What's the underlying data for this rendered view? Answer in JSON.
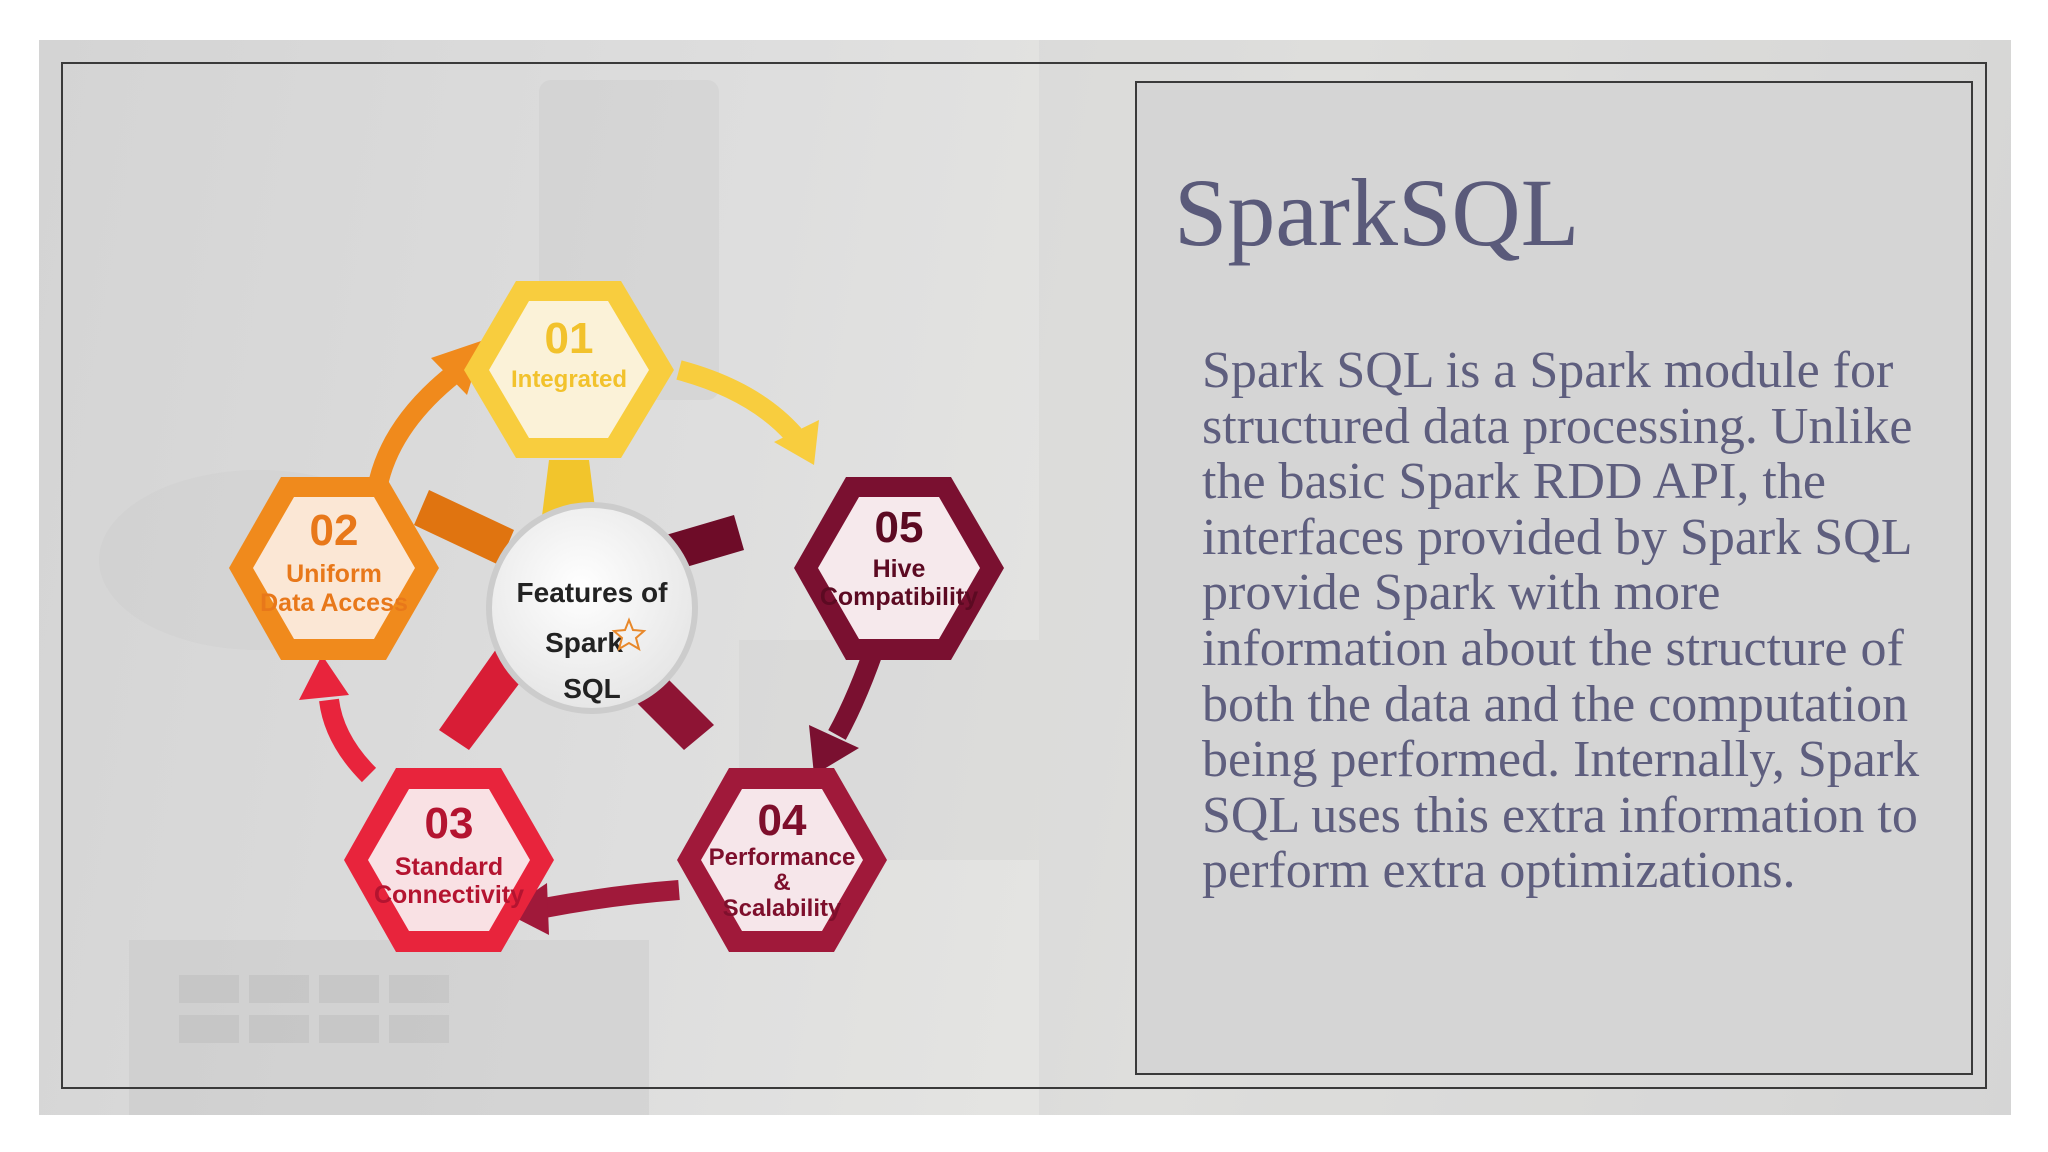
{
  "slide": {
    "title": "SparkSQL",
    "body": "Spark SQL is a Spark module for structured data processing. Unlike the basic Spark RDD API, the interfaces provided by Spark SQL provide Spark with more information about the structure of both the data and the computation being performed. Internally, Spark SQL uses this extra information to perform extra optimizations."
  },
  "diagram": {
    "center": {
      "line1": "Features of",
      "line2": "Spark",
      "line3": "SQL"
    },
    "features": [
      {
        "number": "01",
        "label_line1": "Integrated",
        "label_line2": "",
        "label_line3": "",
        "color": "#f8cd3e"
      },
      {
        "number": "02",
        "label_line1": "Uniform",
        "label_line2": "Data Access",
        "label_line3": "",
        "color": "#f08a1c"
      },
      {
        "number": "03",
        "label_line1": "Standard",
        "label_line2": "Connectivity",
        "label_line3": "",
        "color": "#e8243c"
      },
      {
        "number": "04",
        "label_line1": "Performance",
        "label_line2": "&",
        "label_line3": "Scalability",
        "color": "#a0193a"
      },
      {
        "number": "05",
        "label_line1": "Hive",
        "label_line2": "Compatibility",
        "label_line3": "",
        "color": "#7a1030"
      }
    ]
  },
  "colors": {
    "title": "#5a5a7a",
    "body": "#5e5e7e",
    "panel": "#d5d5d5",
    "frame": "#3a3a3a"
  }
}
